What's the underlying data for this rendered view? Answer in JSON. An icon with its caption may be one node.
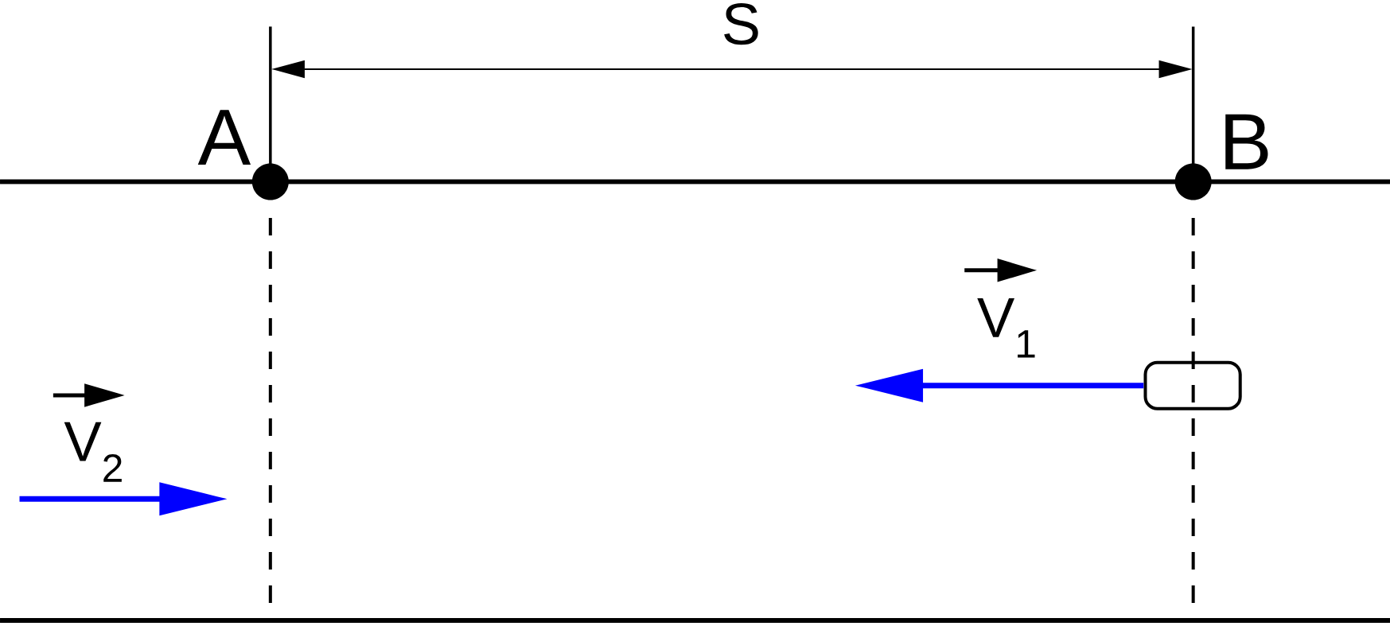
{
  "diagram": {
    "nodes": [
      {
        "text": [],
        "shape": "circle",
        "beside": [
          "A"
        ]
      },
      {
        "text": [],
        "shape": "circle",
        "beside": [
          "B"
        ]
      }
    ],
    "labels": [
      "S",
      "V$_{1}$",
      "V$_{2}$"
    ]
  }
}
